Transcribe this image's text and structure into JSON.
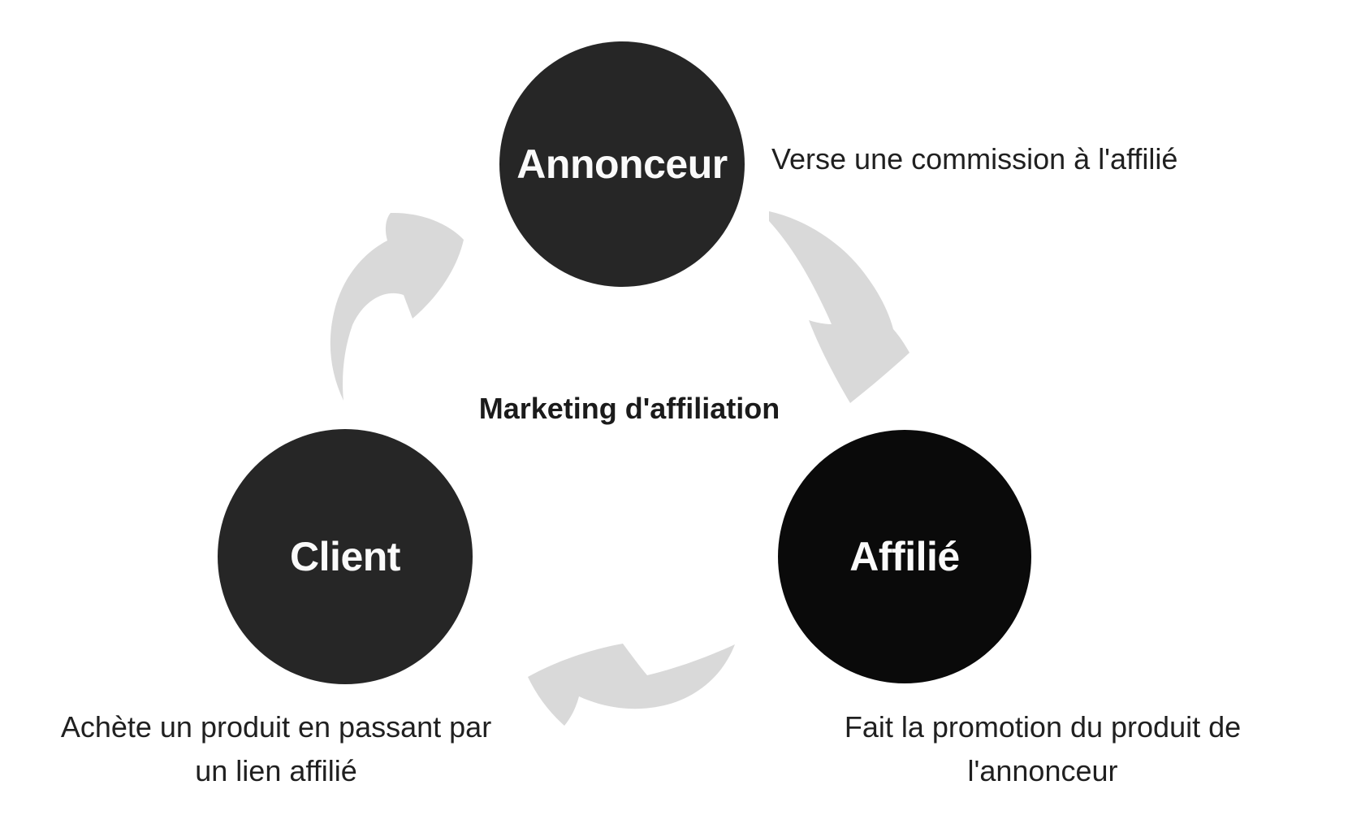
{
  "title": "Marketing d'affiliation",
  "colors": {
    "circle_dark": "#262626",
    "circle_black": "#0a0a0a",
    "arrow": "#d9d9d9",
    "heading_text": "#1b1b1b",
    "caption_text": "#202020",
    "label_text": "#fafafa"
  },
  "nodes": [
    {
      "id": "annonceur",
      "label": "Annonceur",
      "caption_lines": [
        "Verse une commission à l'affilié"
      ]
    },
    {
      "id": "affilie",
      "label": "Affilié",
      "caption_lines": [
        "Fait la promotion du produit de",
        "l'annonceur"
      ]
    },
    {
      "id": "client",
      "label": "Client",
      "caption_lines": [
        "Achète un produit en passant par",
        "un lien affilié"
      ]
    }
  ],
  "arrows": [
    {
      "id": "client-to-annonceur",
      "from": "Client",
      "to": "Annonceur"
    },
    {
      "id": "annonceur-to-affilie",
      "from": "Annonceur",
      "to": "Affilié"
    },
    {
      "id": "affilie-to-client",
      "from": "Affilié",
      "to": "Client"
    }
  ]
}
